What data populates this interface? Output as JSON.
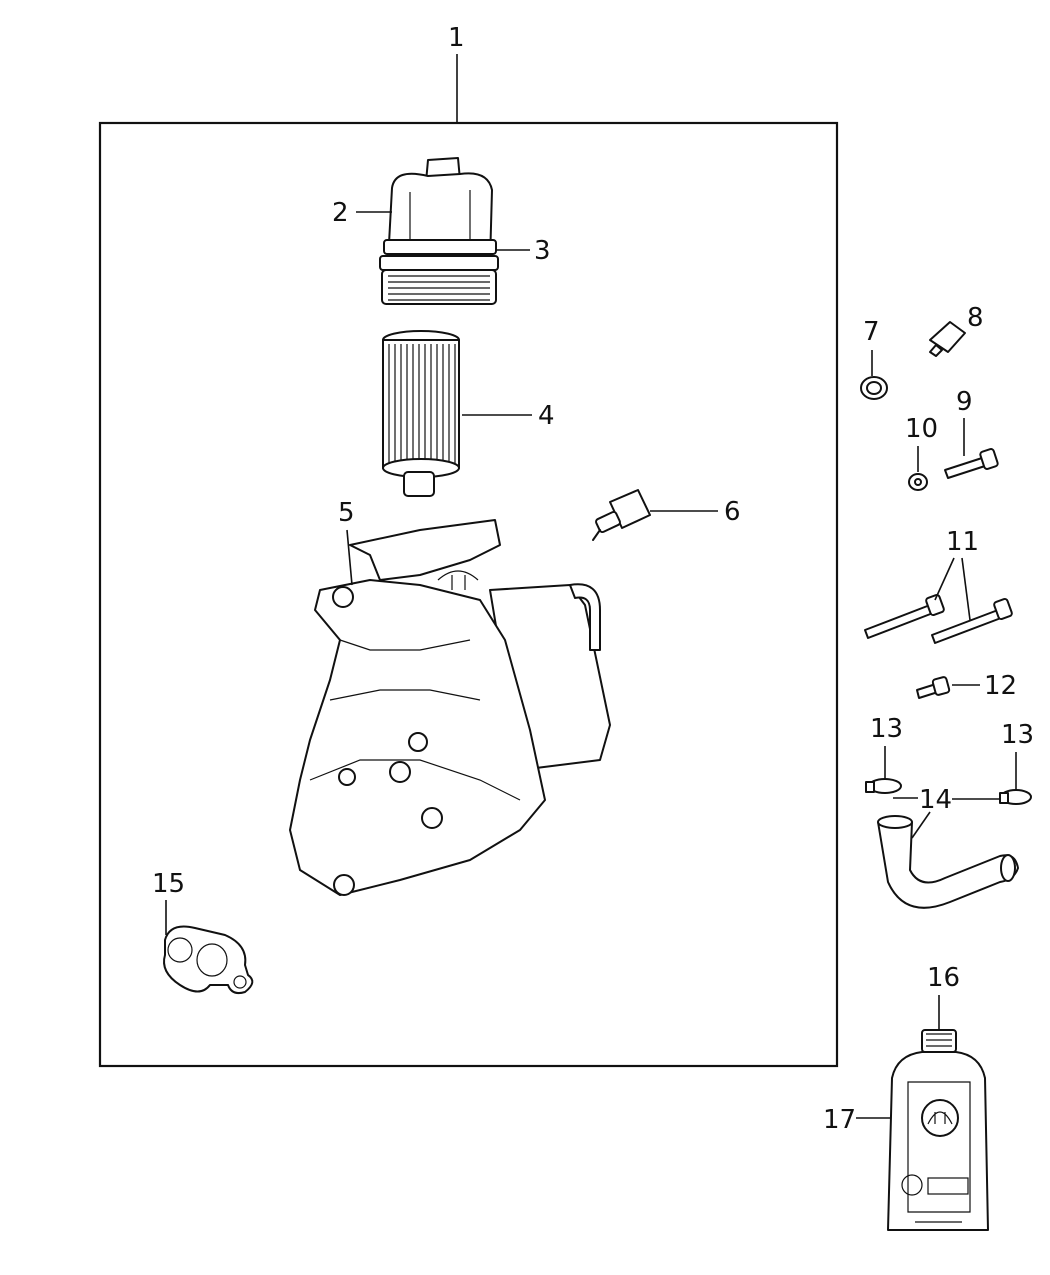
{
  "callouts": {
    "c1": "1",
    "c2": "2",
    "c3": "3",
    "c4": "4",
    "c5": "5",
    "c6": "6",
    "c7": "7",
    "c8": "8",
    "c9": "9",
    "c10": "10",
    "c11": "11",
    "c12": "12",
    "c13a": "13",
    "c13b": "13",
    "c14": "14",
    "c15": "15",
    "c16": "16",
    "c17": "17"
  },
  "icons": {
    "filter_cap": "filter-housing-cap-icon",
    "filter_element": "oil-filter-element-icon",
    "housing": "oil-filter-housing-icon",
    "sensor": "sensor-icon",
    "bottle": "oil-bottle-icon"
  }
}
